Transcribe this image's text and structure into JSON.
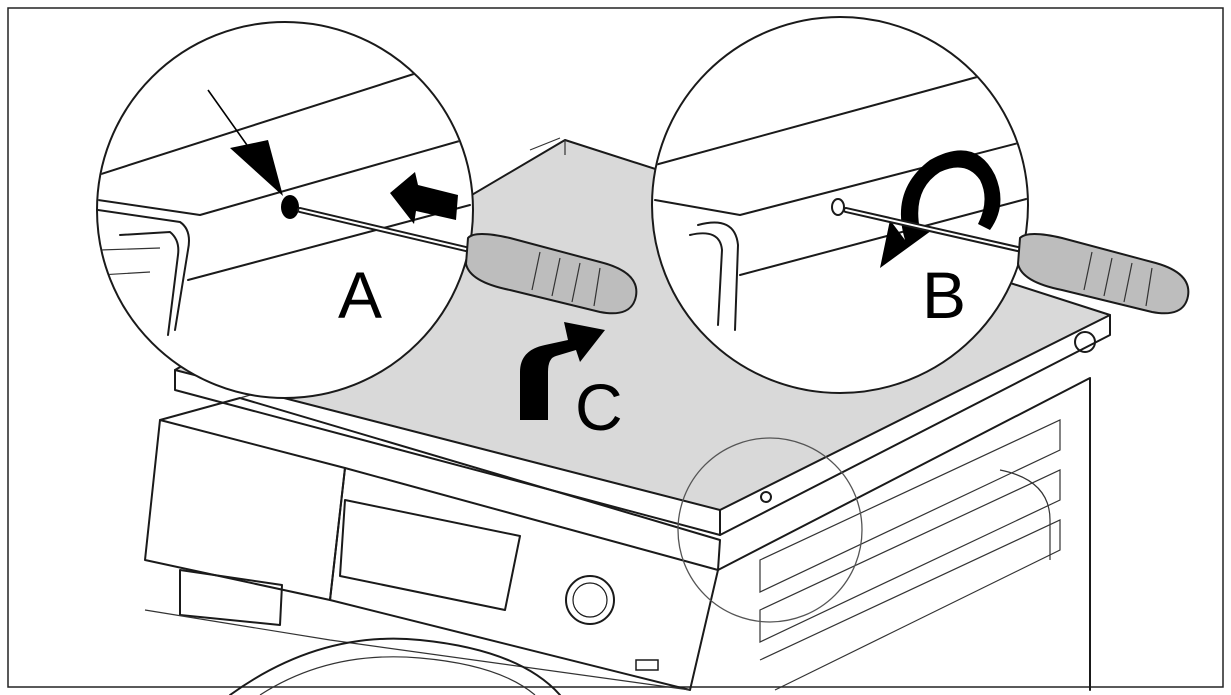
{
  "labels": {
    "step_a": "A",
    "step_b": "B",
    "step_c": "C"
  },
  "colors": {
    "panel_fill": "#d9d9d9",
    "line": "#1a1a1a",
    "circle_fill": "#ffffff",
    "arrow": "#000000"
  },
  "icons": {
    "push_arrow": "arrow-left-icon",
    "rotate_arrow": "rotate-counterclockwise-icon",
    "lift_arrow": "arrow-up-right-icon",
    "screwdriver": "screwdriver-icon"
  }
}
